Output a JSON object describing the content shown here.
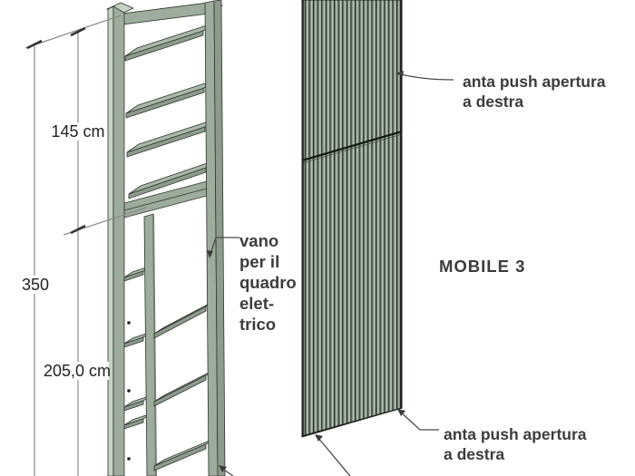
{
  "figure": {
    "title": "MOBILE 3",
    "dimensions": {
      "overall_height": "350",
      "upper_section": "145 cm",
      "lower_section": "205,0 cm"
    },
    "annotations": {
      "compartment_lines": [
        "vano",
        "per il",
        "quadro",
        "elet-",
        "trico"
      ],
      "door_top_lines": [
        "anta push apertura",
        "a destra"
      ],
      "door_bottom_lines": [
        "anta push apertura",
        "a destra"
      ]
    },
    "colors": {
      "cabinet_face": "#9dac9c",
      "cabinet_top_face": "#a9b8a8",
      "cabinet_highlight": "#c6d2c4",
      "cabinet_shadow": "#8c9b8b",
      "slat_light": "#b9c5b8",
      "slat_mid": "#6e7d6e",
      "slat_dark_line": "#1c221c",
      "outline": "#2f352f",
      "label_text": "#3c3c3c",
      "dimension_text": "#222222",
      "background": "#ffffff"
    }
  }
}
